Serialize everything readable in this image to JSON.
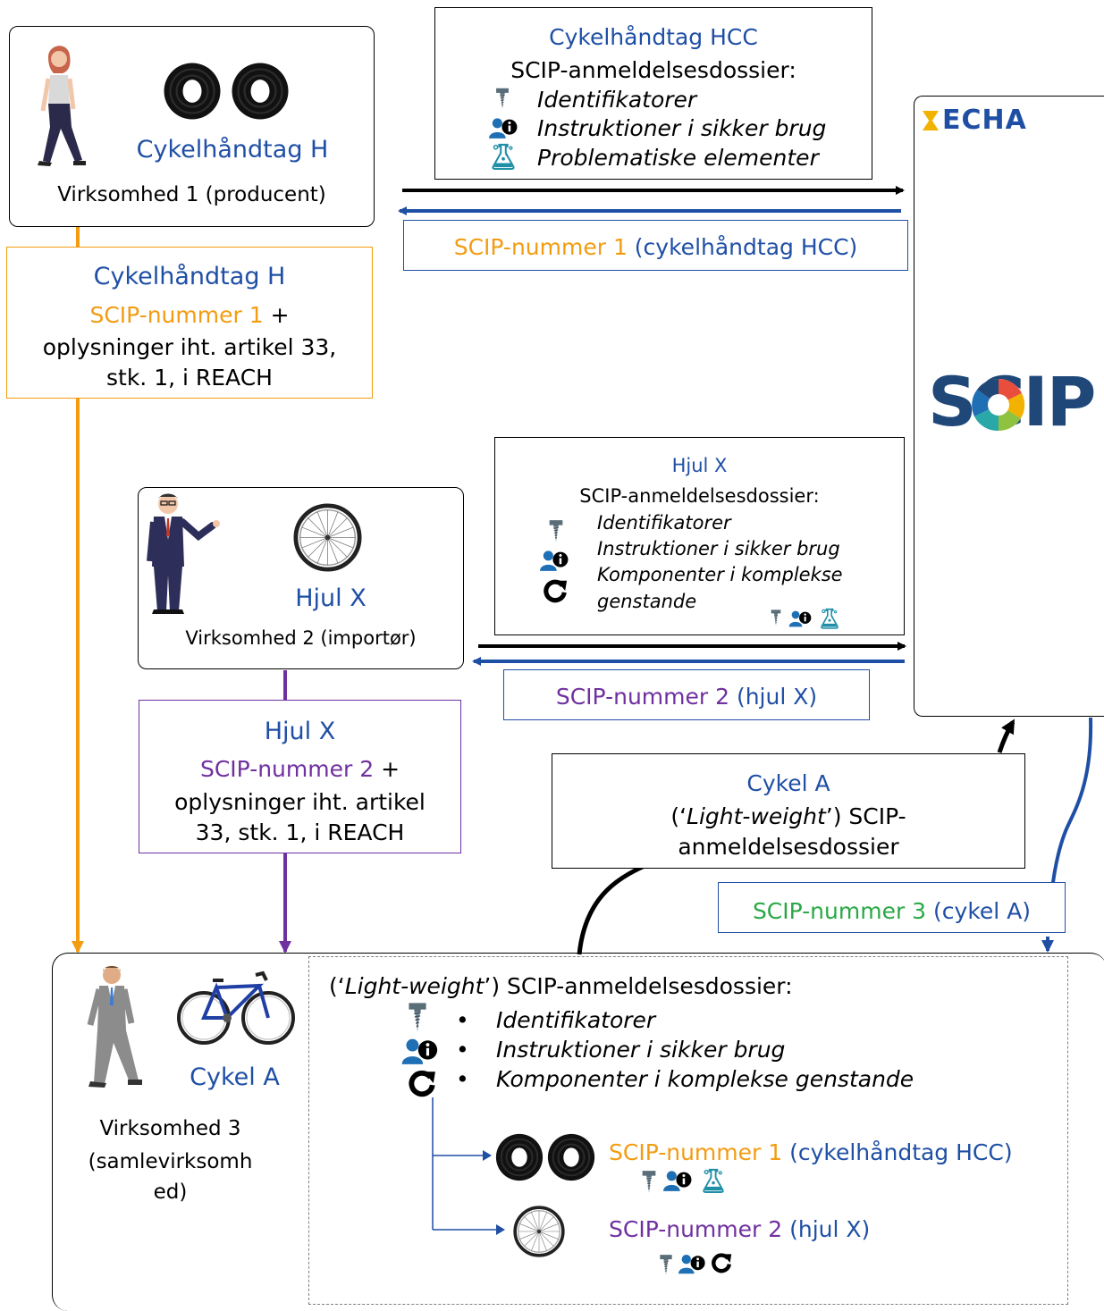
{
  "company1": {
    "article": "Cykelhåndtag H",
    "name": "Virksomhed 1 (producent)"
  },
  "dossier1": {
    "title": "Cykelhåndtag HCC",
    "heading": "SCIP-anmeldelsesdossier:",
    "items": [
      "Identifikatorer",
      "Instruktioner i sikker brug",
      "Problematiske elementer"
    ]
  },
  "return1": {
    "number": "SCIP-nummer 1",
    "suffix": " (cykelhåndtag HCC)"
  },
  "flow1": {
    "article": "Cykelhåndtag H",
    "number": "SCIP-nummer 1",
    "plus": " +",
    "line1": "oplysninger iht. artikel 33,",
    "line2": "stk. 1, i REACH"
  },
  "echa": {
    "logo": "ECHA",
    "scip": "SCIP"
  },
  "dossier2": {
    "title": "Hjul X",
    "heading": "SCIP-anmeldelsesdossier:",
    "items": [
      "Identifikatorer",
      "Instruktioner i sikker brug",
      "Komponenter i komplekse",
      "genstande"
    ]
  },
  "company2": {
    "article": "Hjul X",
    "name": "Virksomhed 2 (importør)"
  },
  "return2": {
    "number": "SCIP-nummer 2",
    "suffix": " (hjul X)"
  },
  "flow2": {
    "article": "Hjul X",
    "number": "SCIP-nummer 2",
    "plus": " +",
    "line1": "oplysninger iht. artikel",
    "line2": "33, stk. 1, i REACH"
  },
  "dossier3": {
    "title": "Cykel A",
    "open": "(‘",
    "lw": "Light-weight",
    "close": "’) SCIP-",
    "line3": "anmeldelsesdossier"
  },
  "return3": {
    "number": "SCIP-nummer 3",
    "suffix": " (cykel A)"
  },
  "company3": {
    "article": "Cykel A",
    "name1": "Virksomhed 3",
    "name2": "(samlevirksomh",
    "name3": "ed)",
    "lwOpen": "(‘",
    "lw": "Light-weight",
    "lwClose": "’) SCIP-anmeldelsesdossier:",
    "bullet": "•",
    "items": [
      "Identifikatorer",
      "Instruktioner i sikker brug",
      "Komponenter i komplekse genstande"
    ],
    "ref1": {
      "number": "SCIP-nummer 1",
      "suffix": " (cykelhåndtag HCC)"
    },
    "ref2": {
      "number": "SCIP-nummer 2",
      "suffix": " (hjul X)"
    }
  },
  "colors": {
    "blue": "#1f4fa5",
    "orange": "#f39c12",
    "purple": "#7030a0",
    "green": "#2aa845",
    "teal": "#1f8fa8",
    "black": "#000000"
  },
  "icons": [
    "screw-icon",
    "person-info-icon",
    "flask-icon",
    "cycle-arrow-icon",
    "handlebar-tape-icon",
    "wheel-icon",
    "bicycle-icon",
    "woman-icon",
    "businessman-icon",
    "man-walking-icon"
  ]
}
